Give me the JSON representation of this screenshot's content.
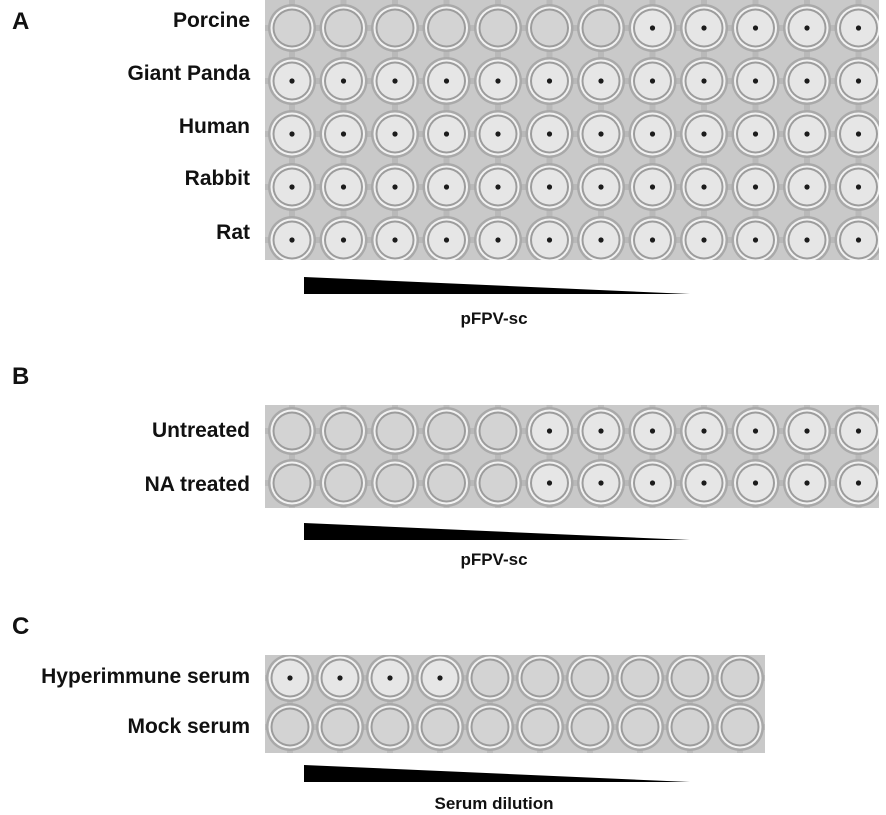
{
  "panels": {
    "a": {
      "letter": "A",
      "rows": [
        {
          "label": "Porcine",
          "dots": [
            false,
            false,
            false,
            false,
            false,
            false,
            false,
            true,
            true,
            true,
            true,
            true
          ]
        },
        {
          "label": "Giant Panda",
          "dots": [
            true,
            true,
            true,
            true,
            true,
            true,
            true,
            true,
            true,
            true,
            true,
            true
          ]
        },
        {
          "label": "Human",
          "dots": [
            true,
            true,
            true,
            true,
            true,
            true,
            true,
            true,
            true,
            true,
            true,
            true
          ]
        },
        {
          "label": "Rabbit",
          "dots": [
            true,
            true,
            true,
            true,
            true,
            true,
            true,
            true,
            true,
            true,
            true,
            true
          ]
        },
        {
          "label": "Rat",
          "dots": [
            true,
            true,
            true,
            true,
            true,
            true,
            true,
            true,
            true,
            true,
            true,
            true
          ]
        }
      ],
      "gradient_label": "pFPV-sc"
    },
    "b": {
      "letter": "B",
      "rows": [
        {
          "label": "Untreated",
          "dots": [
            false,
            false,
            false,
            false,
            false,
            true,
            true,
            true,
            true,
            true,
            true,
            true
          ]
        },
        {
          "label": "NA treated",
          "dots": [
            false,
            false,
            false,
            false,
            false,
            true,
            true,
            true,
            true,
            true,
            true,
            true
          ]
        }
      ],
      "gradient_label": "pFPV-sc"
    },
    "c": {
      "letter": "C",
      "rows": [
        {
          "label": "Hyperimmune serum",
          "dots": [
            true,
            true,
            true,
            true,
            false,
            false,
            false,
            false,
            false,
            false
          ]
        },
        {
          "label": "Mock serum",
          "dots": [
            false,
            false,
            false,
            false,
            false,
            false,
            false,
            false,
            false,
            false
          ]
        }
      ],
      "gradient_label": "Serum dilution"
    }
  }
}
